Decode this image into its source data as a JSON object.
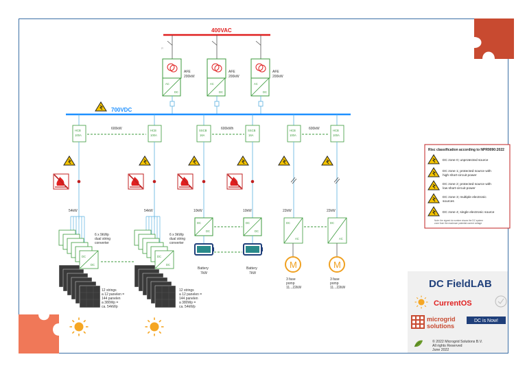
{
  "bus_ac": {
    "label": "400VAC",
    "color": "#e02020"
  },
  "bus_dc": {
    "label": "700VDC",
    "color": "#1e90ff"
  },
  "afe_units": [
    {
      "label": "AFE",
      "power": "200kW",
      "ac_symbol": "AC",
      "dc_symbol": "DC"
    },
    {
      "label": "AFE",
      "power": "200kW",
      "ac_symbol": "AC",
      "dc_symbol": "DC"
    },
    {
      "label": "AFE",
      "power": "200kW",
      "ac_symbol": "AC",
      "dc_symbol": "DC"
    }
  ],
  "breakers": [
    {
      "type": "HCB",
      "rating": "100A"
    },
    {
      "type": "HCB",
      "rating": "100A"
    },
    {
      "type": "SSCB",
      "rating": "16A"
    },
    {
      "type": "SSCB",
      "rating": "16A"
    },
    {
      "type": "HCB",
      "rating": "100A"
    },
    {
      "type": "HCB",
      "rating": "100A"
    }
  ],
  "links": [
    "600kW",
    "600kWh",
    "600kW"
  ],
  "feeder_power": [
    "54kW",
    "54kW",
    "10kW",
    "10kW",
    "22kW",
    "22kW"
  ],
  "pv": {
    "converter_text": [
      "6 x 9kWp",
      "dual string",
      "converter"
    ],
    "strings_text": [
      "12 strings",
      "a 12 panelen =",
      "144 panelen",
      "a 380Wp =",
      "ca. 54kWp"
    ],
    "converter_symbols": {
      "dc_in": "DC",
      "dc_out": "DC"
    }
  },
  "batteries": [
    {
      "label": "Battery",
      "power": "7kW",
      "dc_in": "DC",
      "dc_out": "DC"
    },
    {
      "label": "Battery",
      "power": "7kW",
      "dc_in": "DC",
      "dc_out": "DC"
    }
  ],
  "pumps": [
    {
      "symbol": "M",
      "lines": [
        "3 fase",
        "pomp",
        "11...22kW"
      ],
      "dc_in": "DC",
      "ac_out": "AC"
    },
    {
      "symbol": "M",
      "lines": [
        "3 fase",
        "pomp",
        "11...22kW"
      ],
      "dc_in": "DC",
      "ac_out": "AC"
    }
  ],
  "legend": {
    "title": "Risc classification according to NPR9090:2022",
    "items": [
      [
        "DC zone 0; unprotected source"
      ],
      [
        "DC zone 1; protected source with",
        "high short-circuit power"
      ],
      [
        "DC zone 2; protected source with",
        "low short-circuit power"
      ],
      [
        "DC zone 3; multiple electronic",
        "sources"
      ],
      [
        "DC zone 4; single electronic source"
      ]
    ],
    "note": [
      "Note: the signed dc number shows the DC system",
      "zone from the maximum potential current voltage"
    ]
  },
  "branding": {
    "title": "DC FieldLAB",
    "current_os": "CurrentOS",
    "microgrid": [
      "microgrid",
      "solutions"
    ],
    "dc_is_now": "DC is Now!",
    "copyright": [
      "© 2022 Microgrid Solutions B.V.",
      "All rights Reserved",
      "June 2022"
    ]
  },
  "colors": {
    "green": "#3b9a3b",
    "panel": "#3a3a3a",
    "motor": "#f0a020",
    "puzzle": "#c84a30",
    "puzzle_light": "#f07858",
    "sun": "#f5a623",
    "warning": "#f5c400",
    "cable": "#5ab0e0"
  }
}
